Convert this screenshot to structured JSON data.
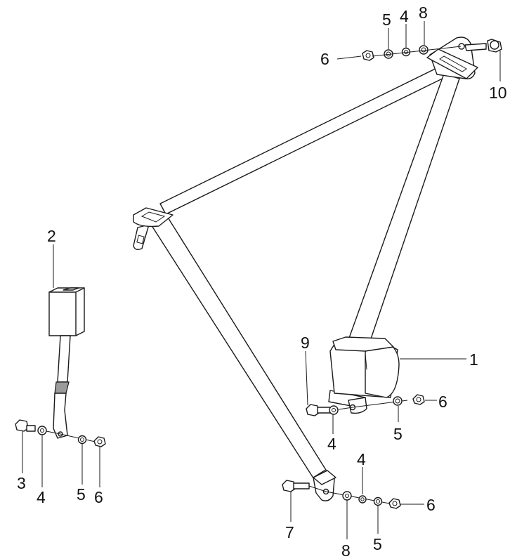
{
  "callouts": {
    "c1": "1",
    "c2": "2",
    "c3": "3",
    "c4_left": "4",
    "c5_left": "5",
    "c6_left": "6",
    "c4_retractor": "4",
    "c5_retractor": "5",
    "c6_retractor": "6",
    "c9": "9",
    "c4_bottom": "4",
    "c5_bottom": "5",
    "c6_bottom": "6",
    "c7": "7",
    "c8_bottom": "8",
    "c4_top": "4",
    "c5_top": "5",
    "c6_top": "6",
    "c8_top": "8",
    "c10": "10"
  }
}
